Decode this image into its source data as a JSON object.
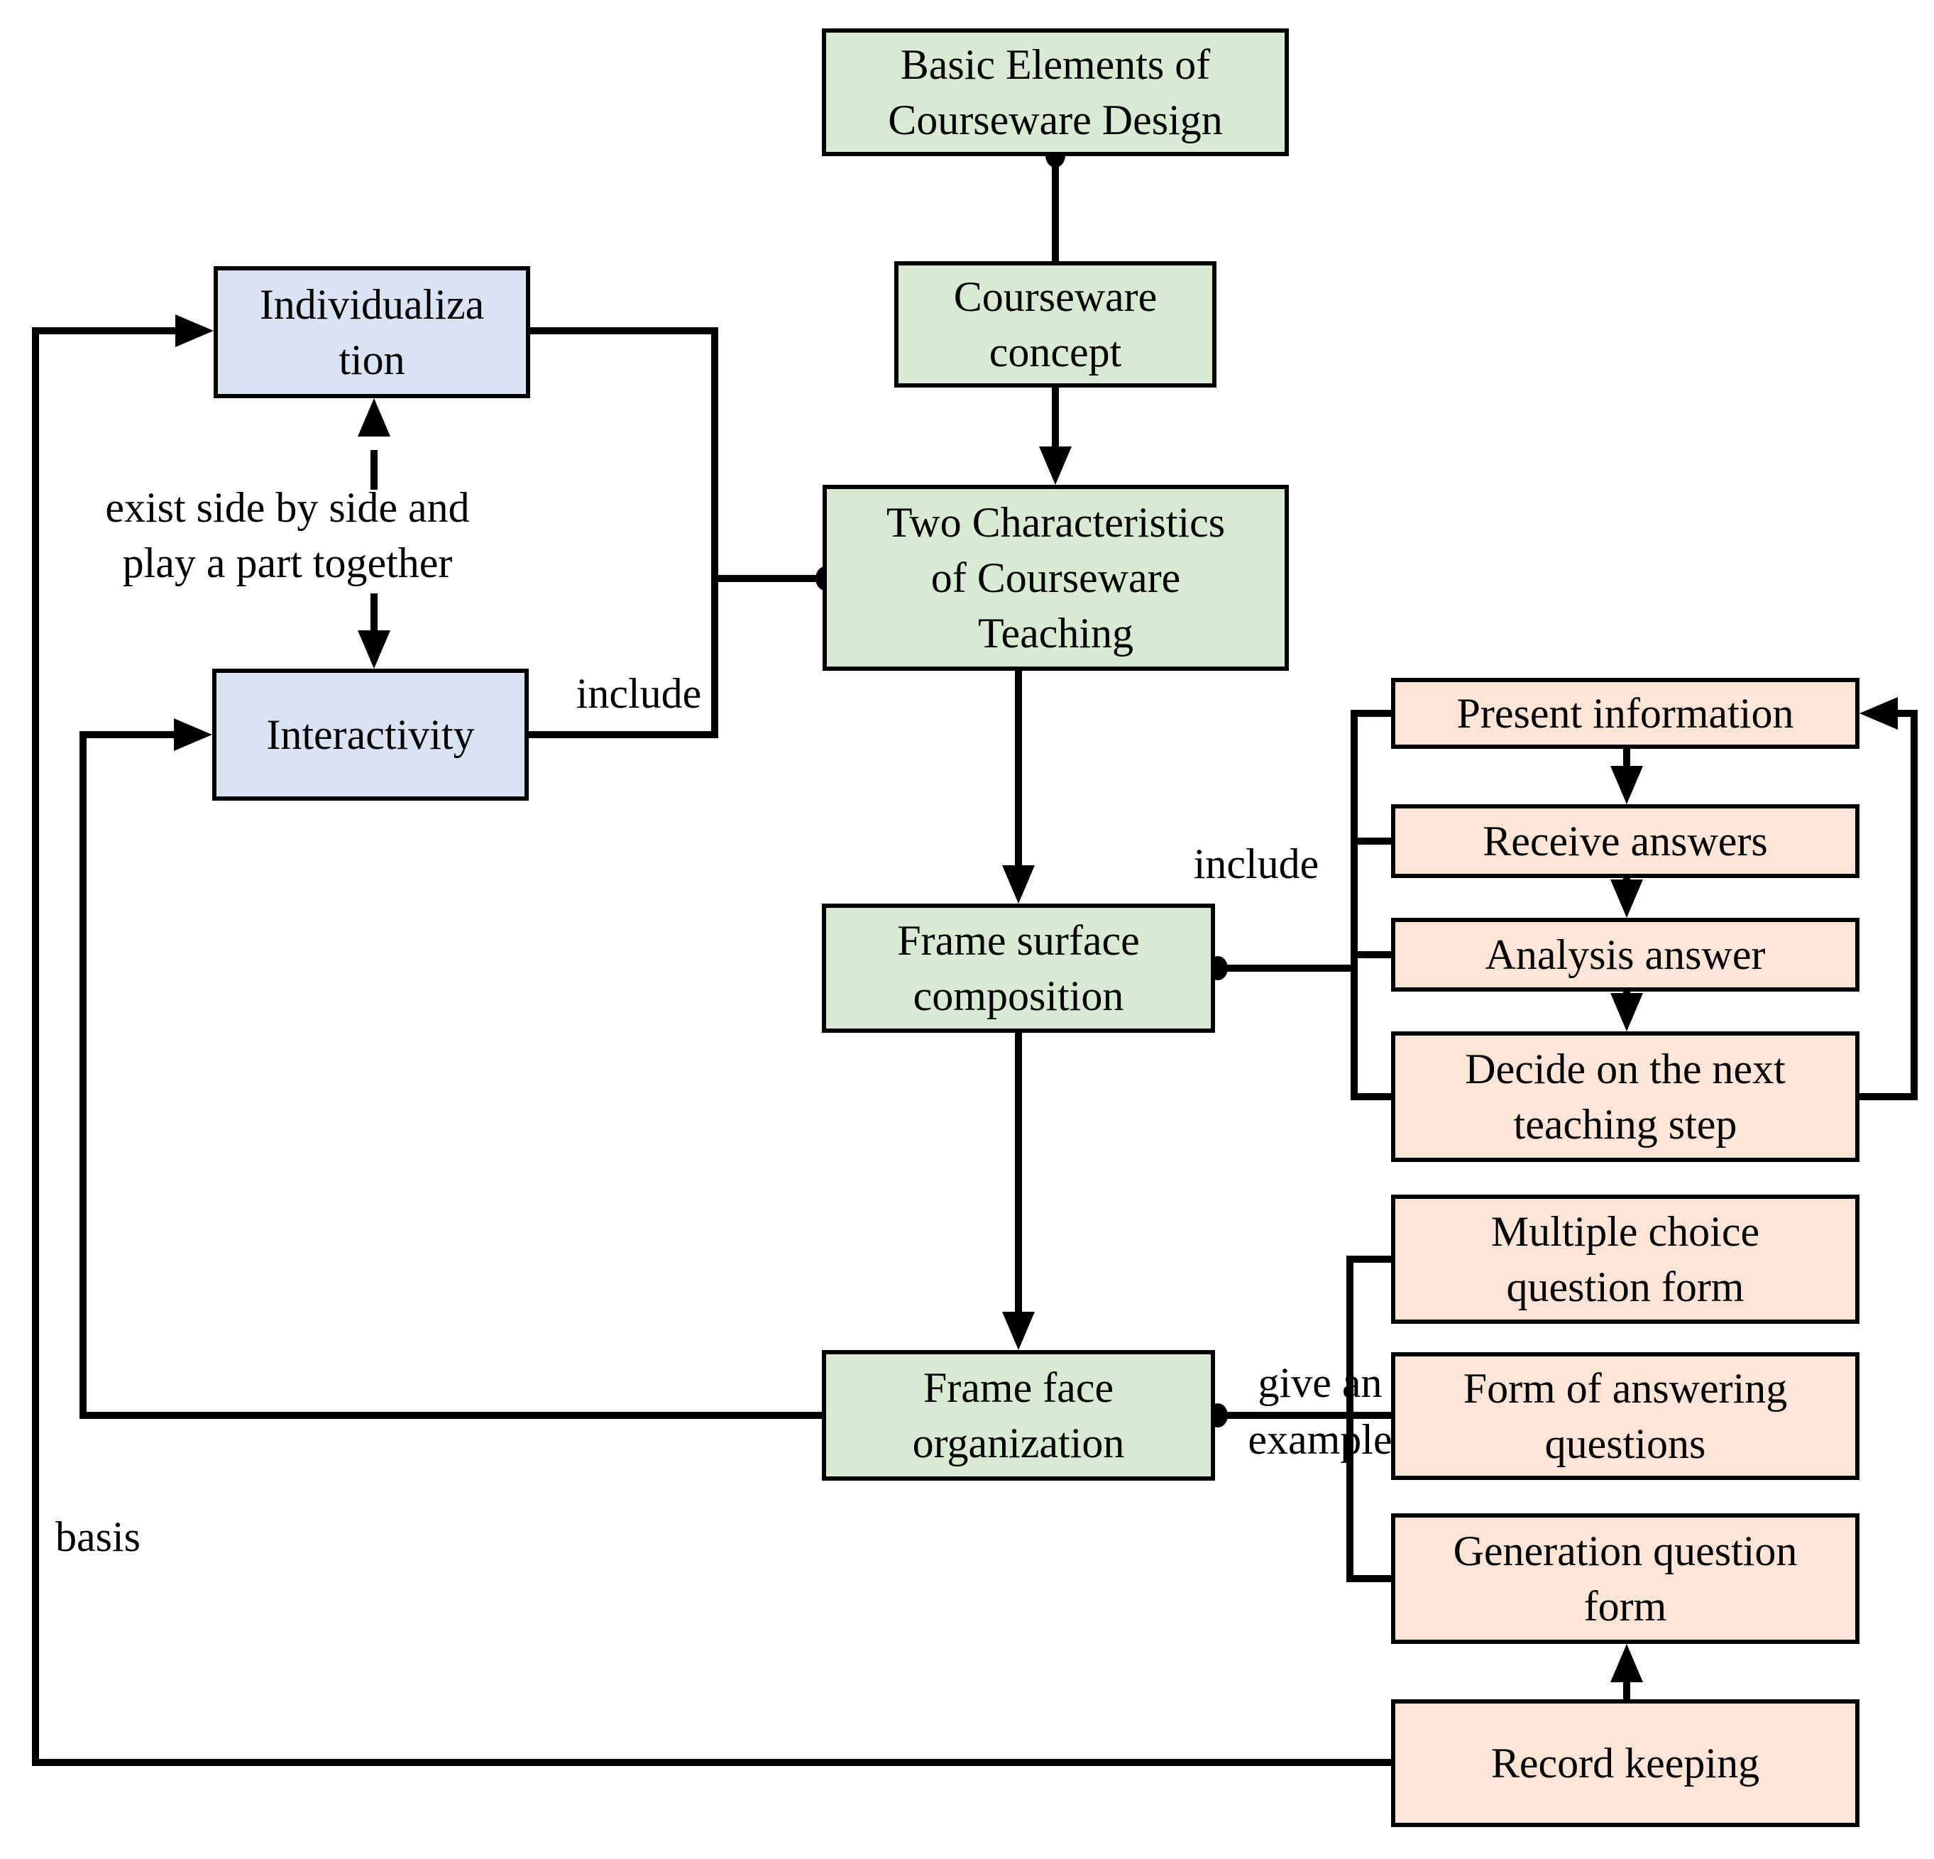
{
  "nodes": {
    "basic_elements": "Basic Elements of\nCourseware Design",
    "courseware_concept": "Courseware\nconcept",
    "two_characteristics": "Two Characteristics\nof Courseware\nTeaching",
    "individualization": "Individualiza\ntion",
    "interactivity": "Interactivity",
    "frame_surface": "Frame surface\ncomposition",
    "frame_face": "Frame face\norganization",
    "present_information": "Present information",
    "receive_answers": "Receive answers",
    "analysis_answer": "Analysis answer",
    "decide_next": "Decide on the next\nteaching step",
    "multiple_choice": "Multiple choice\nquestion form",
    "form_answering": "Form of answering\nquestions",
    "generation_question": "Generation question\nform",
    "record_keeping": "Record keeping"
  },
  "edge_labels": {
    "exist_side": "exist side by side and\nplay a part together",
    "include_left": "include",
    "include_right": "include",
    "give_example": "give an\nexample",
    "basis": "basis"
  },
  "colors": {
    "green_fill": "#d9ead3",
    "blue_fill": "#dae3f3",
    "orange_fill": "#fce5d6",
    "line": "#000000",
    "background": "#ffffff"
  }
}
